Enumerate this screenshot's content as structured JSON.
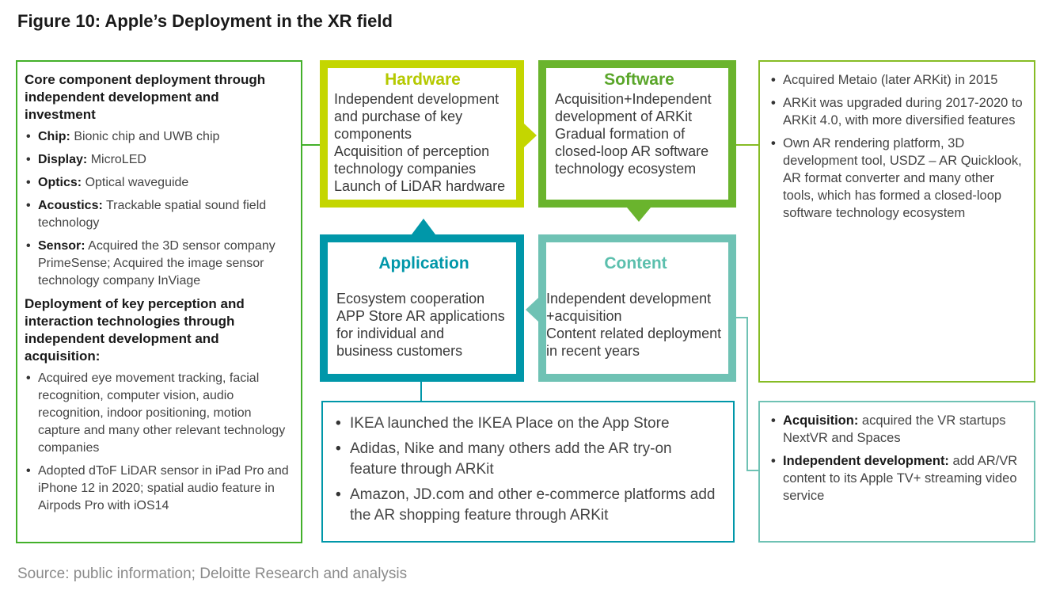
{
  "title": "Figure 10: Apple’s Deployment in the XR field",
  "source": "Source: public information; Deloitte Research and analysis",
  "colors": {
    "hardware": "#c4d600",
    "software": "#6ab42d",
    "application": "#0097a9",
    "content": "#6fc2b4",
    "left_border": "#43b02a",
    "right_top_border": "#86bc25"
  },
  "left_panel": {
    "heading1": "Core component deployment through independent development and investment",
    "items1": [
      {
        "label": "Chip:",
        "text": " Bionic chip and UWB chip"
      },
      {
        "label": "Display:",
        "text": " MicroLED"
      },
      {
        "label": "Optics:",
        "text": " Optical waveguide"
      },
      {
        "label": "Acoustics:",
        "text": " Trackable spatial sound field technology"
      },
      {
        "label": "Sensor:",
        "text": " Acquired the 3D sensor company PrimeSense; Acquired the image sensor technology company InViage"
      }
    ],
    "heading2": "Deployment of key perception and interaction technologies through independent development and acquisition:",
    "items2": [
      "Acquired eye movement tracking, facial recognition, computer vision, audio recognition, indoor positioning, motion capture and many other relevant technology companies",
      "Adopted dToF LiDAR sensor in iPad Pro and iPhone 12 in 2020; spatial audio feature in Airpods Pro with iOS14"
    ]
  },
  "boxes": {
    "hardware": {
      "title": "Hardware",
      "lines": [
        "Independent development",
        "and purchase of key",
        "components",
        "Acquisition of perception",
        "technology companies",
        "Launch of LiDAR hardware"
      ]
    },
    "software": {
      "title": "Software",
      "lines": [
        "Acquisition+Independent",
        "development of ARKit",
        "Gradual formation of",
        "closed-loop AR software",
        "technology ecosystem"
      ]
    },
    "application": {
      "title": "Application",
      "lines": [
        "Ecosystem cooperation",
        "APP Store AR applications",
        "for individual and",
        "business customers"
      ]
    },
    "content": {
      "title": "Content",
      "lines": [
        "Independent development",
        "+acquisition",
        "Content related deployment",
        "in recent years"
      ]
    }
  },
  "top_right_panel": {
    "items": [
      "Acquired Metaio (later ARKit) in 2015",
      "ARKit was upgraded during 2017-2020 to ARKit 4.0, with more diversified features",
      "Own AR rendering platform, 3D development tool, USDZ – AR Quicklook, AR format converter and many other tools, which has formed a closed-loop software technology ecosystem"
    ]
  },
  "bottom_center_panel": {
    "items": [
      "IKEA launched the IKEA Place on the App Store",
      "Adidas, Nike and many others add the AR try-on feature through ARKit",
      "Amazon, JD.com and other e-commerce platforms add the AR shopping feature through ARKit"
    ]
  },
  "bottom_right_panel": {
    "items": [
      {
        "label": "Acquisition:",
        "text": " acquired the VR startups NextVR and Spaces"
      },
      {
        "label": "Independent development:",
        "text": " add AR/VR content to its Apple TV+ streaming video service"
      }
    ]
  }
}
